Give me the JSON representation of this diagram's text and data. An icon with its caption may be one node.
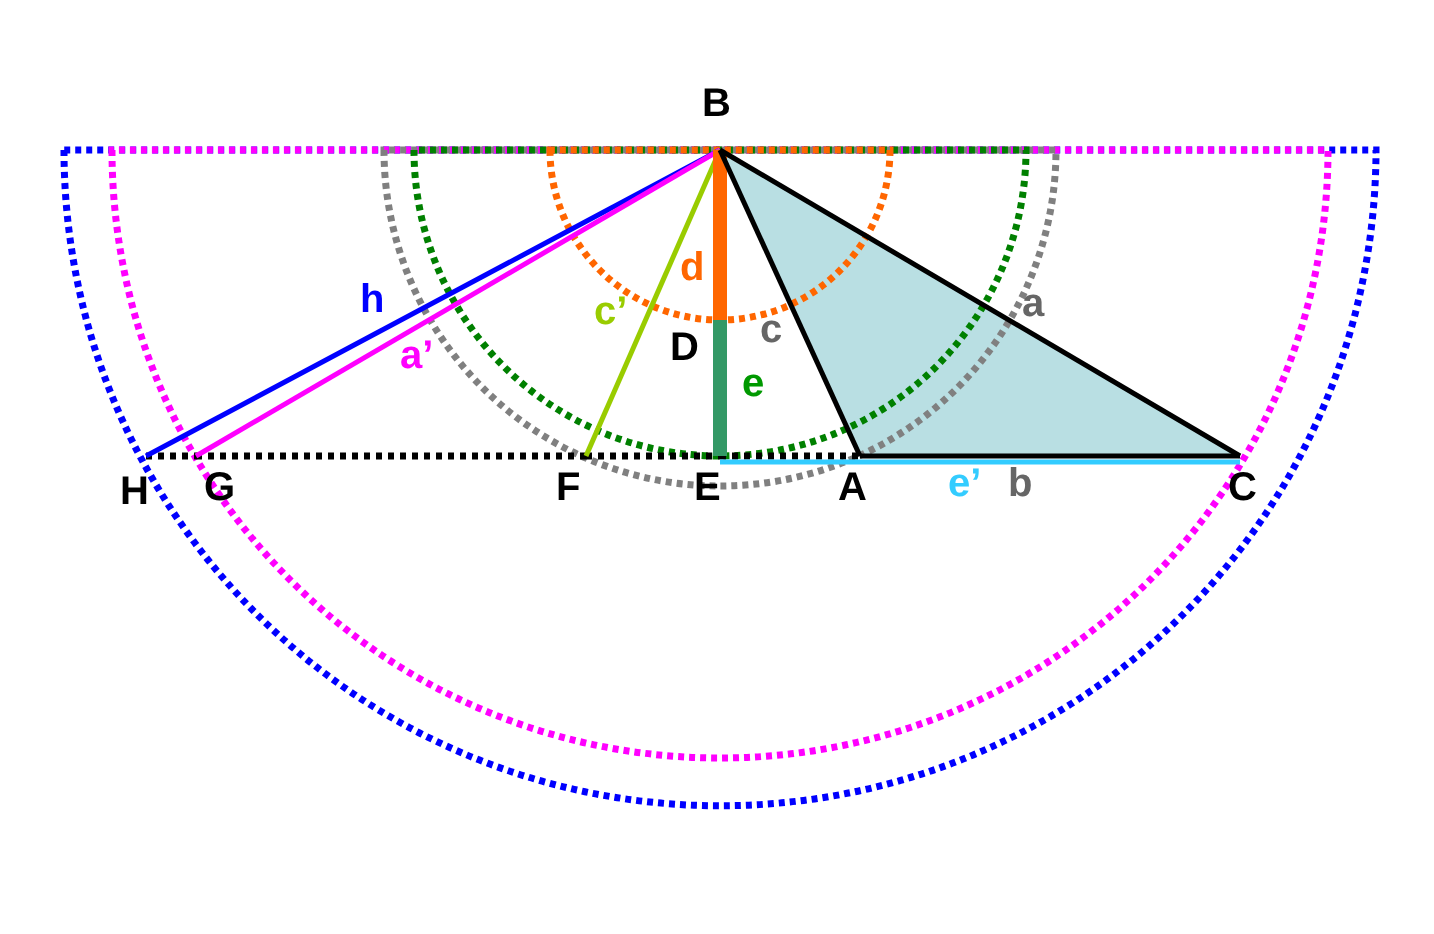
{
  "diagram": {
    "nodes": [
      {
        "text": [
          "B"
        ]
      },
      {
        "text": [
          "D"
        ]
      },
      {
        "text": [
          "E"
        ]
      },
      {
        "text": [
          "A"
        ]
      },
      {
        "text": [
          "C"
        ]
      },
      {
        "text": [
          "F"
        ]
      },
      {
        "text": [
          "G"
        ]
      },
      {
        "text": [
          "H"
        ]
      }
    ],
    "edges": [
      {
        "from": 0,
        "to": 7,
        "arrow": "none",
        "label": "h",
        "color": "#0000ff"
      },
      {
        "from": 0,
        "to": 6,
        "arrow": "none",
        "label": "a’",
        "color": "#ff00ff"
      },
      {
        "from": 0,
        "to": 5,
        "arrow": "none",
        "label": "c’",
        "color": "#99cc00"
      },
      {
        "from": 0,
        "to": 1,
        "arrow": "none",
        "label": "d",
        "color": "#ff6600",
        "style": "thick"
      },
      {
        "from": 1,
        "to": 2,
        "arrow": "none",
        "label": "e",
        "color": "#339966",
        "style": "thick"
      },
      {
        "from": 0,
        "to": 3,
        "arrow": "none",
        "label": "c"
      },
      {
        "from": 0,
        "to": 4,
        "arrow": "none",
        "label": "a"
      },
      {
        "from": 3,
        "to": 4,
        "arrow": "none",
        "label": "b"
      },
      {
        "from": 2,
        "to": 4,
        "arrow": "none",
        "label": "e’",
        "color": "#33ccff"
      },
      {
        "from": 7,
        "to": 6,
        "arrow": "none",
        "style": "dashed"
      },
      {
        "from": 6,
        "to": 5,
        "arrow": "none",
        "style": "dashed"
      },
      {
        "from": 5,
        "to": 2,
        "arrow": "none",
        "style": "dashed"
      },
      {
        "from": 2,
        "to": 3,
        "arrow": "none",
        "style": "dashed"
      }
    ]
  }
}
